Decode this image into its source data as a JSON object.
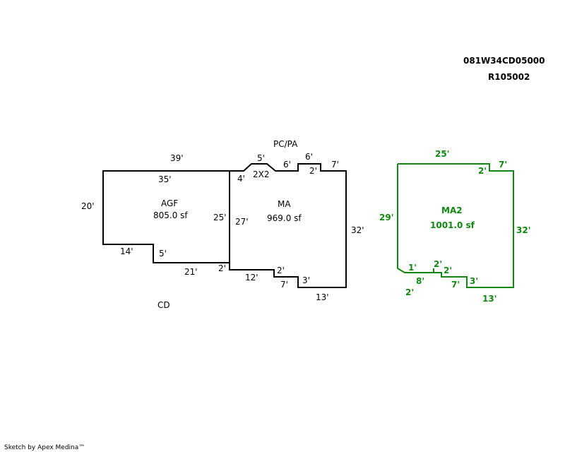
{
  "header": {
    "parcel_id": "081W34CD05000",
    "record_id": "R105002"
  },
  "footer": {
    "credit": "Sketch by Apex Medina™"
  },
  "colors": {
    "main_outline": "#000000",
    "second_outline": "#118811"
  },
  "areas": {
    "agf": {
      "name": "AGF",
      "area": "805.0 sf"
    },
    "ma": {
      "name": "MA",
      "area": "969.0 sf"
    },
    "ma2": {
      "name": "MA2",
      "area": "1001.0 sf"
    },
    "pcpa": {
      "name": "PC/PA"
    },
    "twoxtwo": {
      "name": "2X2"
    },
    "cd": {
      "name": "CD"
    }
  },
  "dims": {
    "d39": "39'",
    "d35": "35'",
    "d20": "20'",
    "d25l": "25'",
    "d14": "14'",
    "d5a": "5'",
    "d21": "21'",
    "d2a": "2'",
    "d27": "27'",
    "d4": "4'",
    "d5b": "5'",
    "d6a": "6'",
    "d6b": "6'",
    "d2b": "2'",
    "d7a": "7'",
    "d32": "32'",
    "d12": "12'",
    "d2c": "2'",
    "d7b": "7'",
    "d3": "3'",
    "d13": "13'"
  },
  "dims2": {
    "d25": "25'",
    "d7": "7'",
    "d2t": "2'",
    "d29": "29'",
    "d32": "32'",
    "d1": "1'",
    "d2m": "2'",
    "d2n": "2'",
    "d8": "8'",
    "d2b": "2'",
    "d7b": "7'",
    "d3": "3'",
    "d13": "13'"
  }
}
